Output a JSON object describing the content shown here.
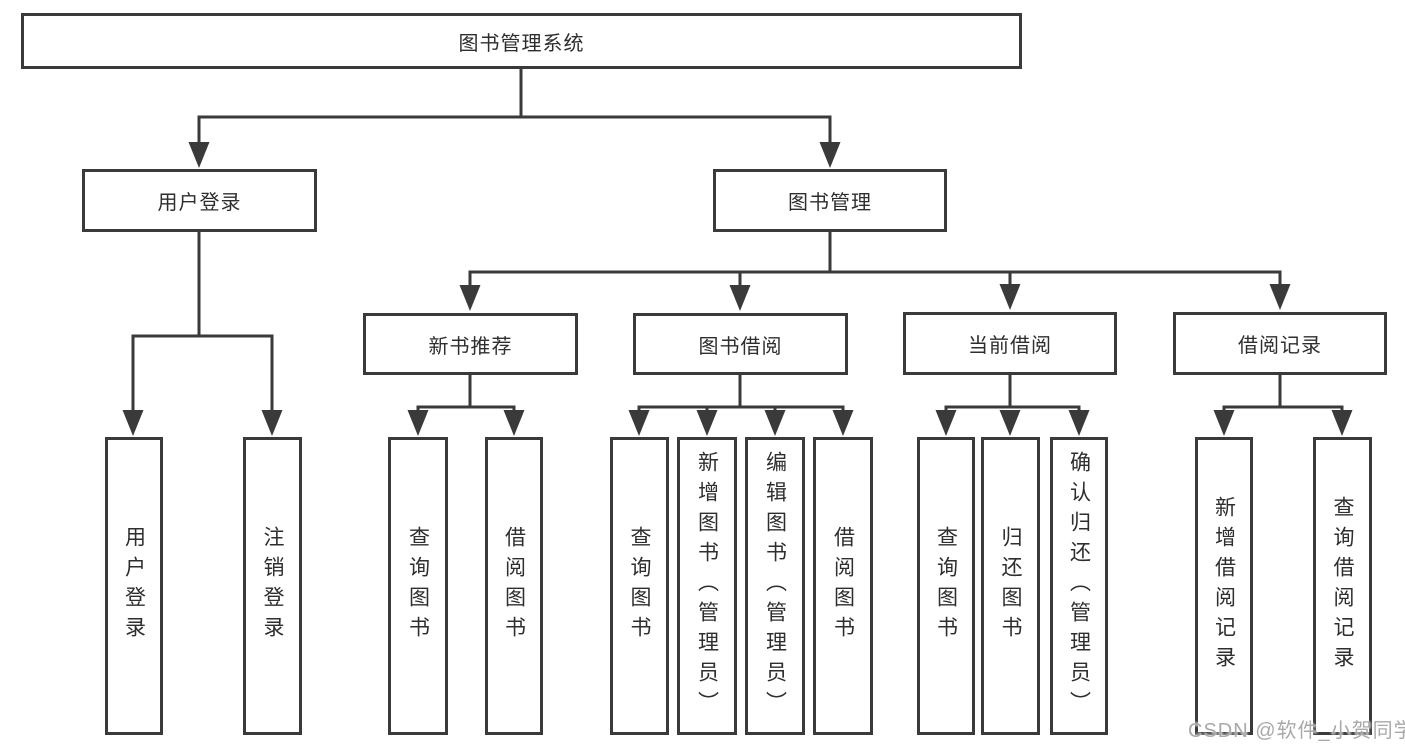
{
  "diagram": {
    "root": {
      "label": "图书管理系统"
    },
    "level2": [
      {
        "label": "用户登录",
        "children": [
          "用户登录",
          "注销登录"
        ]
      },
      {
        "label": "图书管理"
      }
    ],
    "level3": [
      {
        "label": "新书推荐",
        "children": [
          "查询图书",
          "借阅图书"
        ]
      },
      {
        "label": "图书借阅",
        "children": [
          "查询图书",
          "新增图书（管理员）",
          "编辑图书（管理员）",
          "借阅图书"
        ]
      },
      {
        "label": "当前借阅",
        "children": [
          "查询图书",
          "归还图书",
          "确认归还（管理员）"
        ]
      },
      {
        "label": "借阅记录",
        "children": [
          "新增借阅记录",
          "查询借阅记录"
        ]
      }
    ]
  },
  "watermark": {
    "text": "CSDN @软件_小贺同学"
  },
  "colors": {
    "line": "#3a3a3a",
    "text": "#2e2e2e",
    "background": "#ffffff",
    "watermark": "#a9a9a9"
  }
}
